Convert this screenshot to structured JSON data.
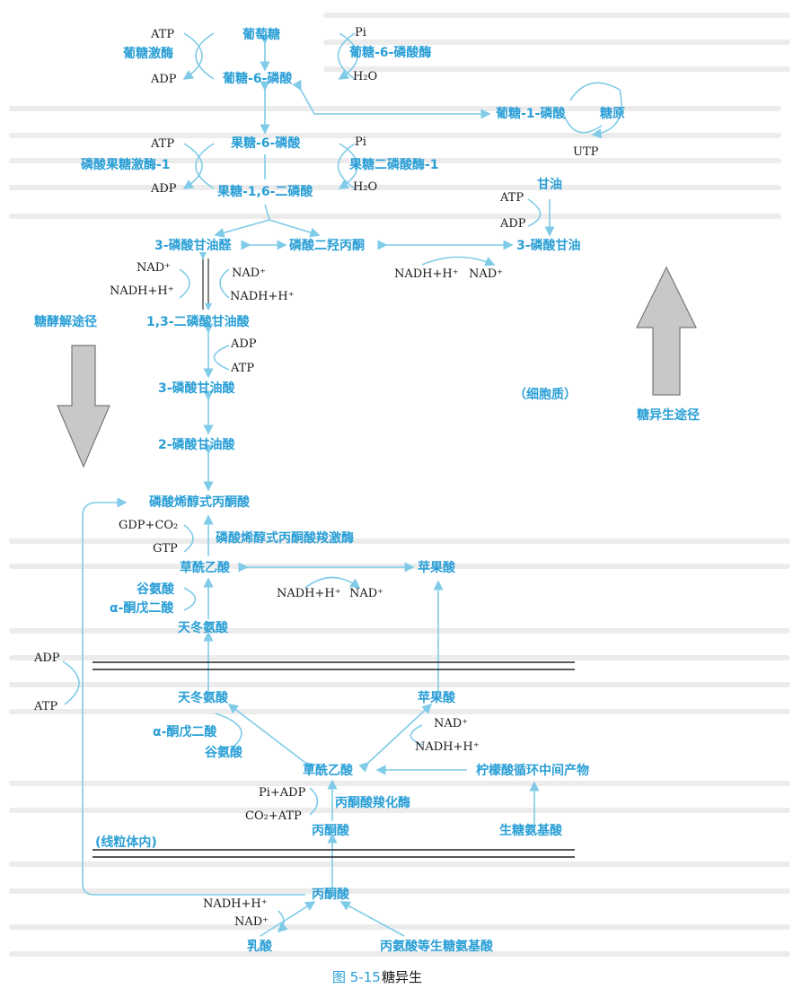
{
  "colors": {
    "accent": "#2a9fd6",
    "line": "#7fcbe8",
    "text": "#1a1a1a",
    "big_arrow": "#c8c8c8"
  },
  "nodes": {
    "glucose": "葡萄糖",
    "hexokinase": "葡糖激酶",
    "g6pase": "葡糖-6-磷酸酶",
    "g6p": "葡糖-6-磷酸",
    "g1p": "葡糖-1-磷酸",
    "glycogen": "糖原",
    "f6p": "果糖-6-磷酸",
    "pfk1": "磷酸果糖激酶-1",
    "fbpase1": "果糖二磷酸酶-1",
    "f16bp": "果糖-1,6-二磷酸",
    "glycerol": "甘油",
    "g3p_ald": "3-磷酸甘油醛",
    "dhap": "磷酸二羟丙酮",
    "glycerol3p": "3-磷酸甘油",
    "bpg13": "1,3-二磷酸甘油酸",
    "pg3": "3-磷酸甘油酸",
    "pg2": "2-磷酸甘油酸",
    "pep": "磷酸烯醇式丙酮酸",
    "pepck": "磷酸烯醇式丙酮酸羧激酶",
    "oaa_cyto": "草酰乙酸",
    "malate_cyto": "苹果酸",
    "glutamate_cyto": "谷氨酸",
    "akg_cyto": "α-酮戊二酸",
    "aspartate_cyto": "天冬氨酸",
    "aspartate_mito": "天冬氨酸",
    "malate_mito": "苹果酸",
    "akg_mito": "α-酮戊二酸",
    "glutamate_mito": "谷氨酸",
    "oaa_mito": "草酰乙酸",
    "tca_intermediates": "柠檬酸循环中间产物",
    "pyruvate_carboxylase": "丙酮酸羧化酶",
    "pyruvate_mito": "丙酮酸",
    "glucogenic_aa": "生糖氨基酸",
    "pyruvate_cyto": "丙酮酸",
    "lactate": "乳酸",
    "alanine": "丙氨酸等生糖氨基酸"
  },
  "cofactors": {
    "atp1": "ATP",
    "adp1": "ADP",
    "pi1": "Pi",
    "h2o1": "H₂O",
    "utp": "UTP",
    "atp2": "ATP",
    "adp2": "ADP",
    "pi2": "Pi",
    "h2o2": "H₂O",
    "atp3": "ATP",
    "adp3": "ADP",
    "nadh_g3p": "NADH+H⁺",
    "nad_g3p": "NAD⁺",
    "nad_left": "NAD⁺",
    "nadh_left": "NADH+H⁺",
    "nad_right": "NAD⁺",
    "nadh_right": "NADH+H⁺",
    "adp4": "ADP",
    "atp4": "ATP",
    "gdp_co2": "GDP+CO₂",
    "gtp": "GTP",
    "nadh_mal": "NADH+H⁺",
    "nad_mal": "NAD⁺",
    "adp5": "ADP",
    "atp5": "ATP",
    "nad_mito": "NAD⁺",
    "nadh_mito": "NADH+H⁺",
    "pi_adp": "Pi+ADP",
    "co2_atp": "CO₂+ATP",
    "nadh_lac": "NADH+H⁺",
    "nad_lac": "NAD⁺"
  },
  "regions": {
    "glycolysis": "糖酵解途径",
    "gluconeogenesis": "糖异生途径",
    "cytosol": "（细胞质）",
    "mitochondria": "(线粒体内)"
  },
  "caption": {
    "figure_number": "图 5-15",
    "title": "糖异生"
  }
}
